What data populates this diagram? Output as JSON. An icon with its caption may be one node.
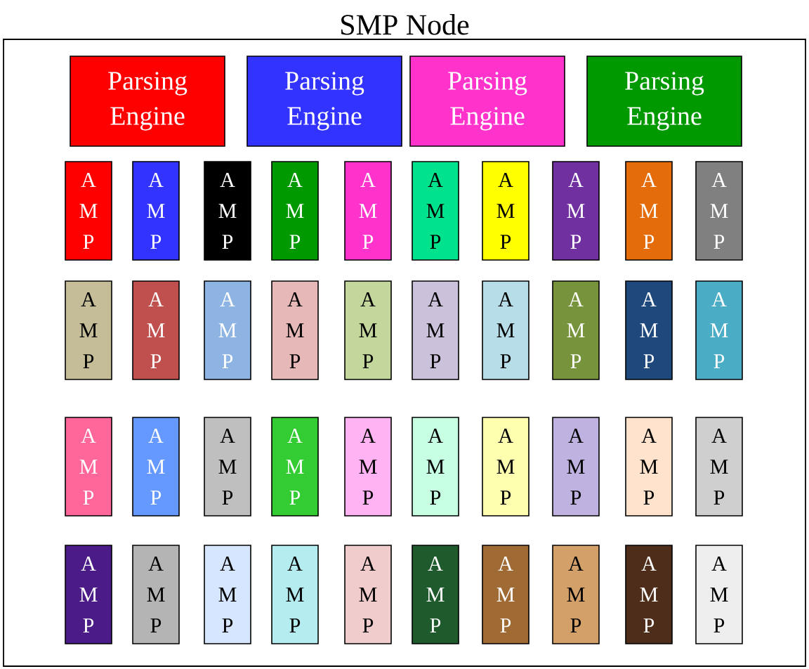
{
  "diagram": {
    "nodes": [
      {
        "text": [
          "SMP Node"
        ]
      },
      {
        "text": [
          "Parsing Engine"
        ],
        "in": 0
      },
      {
        "text": [
          "Parsing Engine"
        ],
        "in": 0
      },
      {
        "text": [
          "Parsing Engine"
        ],
        "in": 0
      },
      {
        "text": [
          "Parsing Engine"
        ],
        "in": 0
      },
      {
        "text": [
          "A M P"
        ],
        "in": 0
      },
      {
        "text": [
          "A M P"
        ],
        "in": 0
      },
      {
        "text": [
          "A M P"
        ],
        "in": 0
      },
      {
        "text": [
          "A M P"
        ],
        "in": 0
      },
      {
        "text": [
          "A M P"
        ],
        "in": 0
      },
      {
        "text": [
          "A M P"
        ],
        "in": 0
      },
      {
        "text": [
          "A M P"
        ],
        "in": 0
      },
      {
        "text": [
          "A M P"
        ],
        "in": 0
      },
      {
        "text": [
          "A M P"
        ],
        "in": 0
      },
      {
        "text": [
          "A M P"
        ],
        "in": 0
      },
      {
        "text": [
          "A M P"
        ],
        "in": 0
      },
      {
        "text": [
          "A M P"
        ],
        "in": 0
      },
      {
        "text": [
          "A M P"
        ],
        "in": 0
      },
      {
        "text": [
          "A M P"
        ],
        "in": 0
      },
      {
        "text": [
          "A M P"
        ],
        "in": 0
      },
      {
        "text": [
          "A M P"
        ],
        "in": 0
      },
      {
        "text": [
          "A M P"
        ],
        "in": 0
      },
      {
        "text": [
          "A M P"
        ],
        "in": 0
      },
      {
        "text": [
          "A M P"
        ],
        "in": 0
      },
      {
        "text": [
          "A M P"
        ],
        "in": 0
      },
      {
        "text": [
          "A M P"
        ],
        "in": 0
      },
      {
        "text": [
          "A M P"
        ],
        "in": 0
      },
      {
        "text": [
          "A M P"
        ],
        "in": 0
      },
      {
        "text": [
          "A M P"
        ],
        "in": 0
      },
      {
        "text": [
          "A M P"
        ],
        "in": 0
      },
      {
        "text": [
          "A M P"
        ],
        "in": 0
      },
      {
        "text": [
          "A M P"
        ],
        "in": 0
      },
      {
        "text": [
          "A M P"
        ],
        "in": 0
      },
      {
        "text": [
          "A M P"
        ],
        "in": 0
      },
      {
        "text": [
          "A M P"
        ],
        "in": 0
      },
      {
        "text": [
          "A M P"
        ],
        "in": 0
      },
      {
        "text": [
          "A M P"
        ],
        "in": 0
      },
      {
        "text": [
          "A M P"
        ],
        "in": 0
      },
      {
        "text": [
          "A M P"
        ],
        "in": 0
      },
      {
        "text": [
          "A M P"
        ],
        "in": 0
      },
      {
        "text": [
          "A M P"
        ],
        "in": 0
      },
      {
        "text": [
          "A M P"
        ],
        "in": 0
      },
      {
        "text": [
          "A M P"
        ],
        "in": 0
      },
      {
        "text": [
          "A M P"
        ],
        "in": 0
      },
      {
        "text": [
          "A M P"
        ],
        "in": 0
      }
    ]
  }
}
